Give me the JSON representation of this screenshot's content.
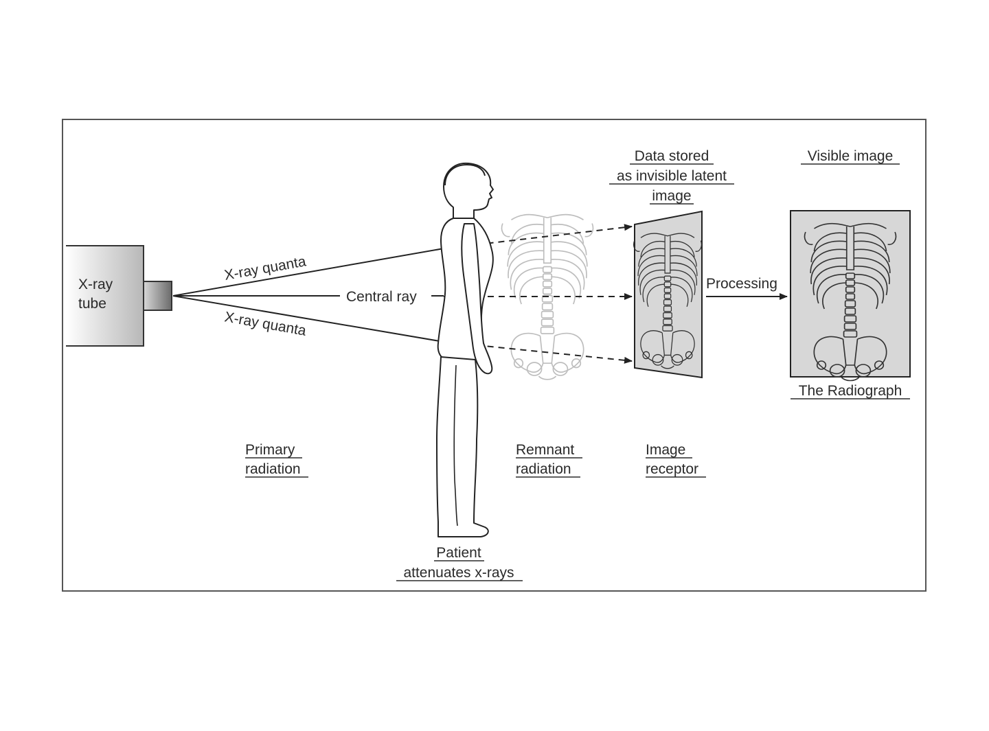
{
  "tube": {
    "line1": "X-ray",
    "line2": "tube"
  },
  "rays": {
    "upper": "X-ray quanta",
    "central": "Central ray",
    "lower": "X-ray quanta"
  },
  "process": "Processing",
  "stored": {
    "line1": "Data stored",
    "line2": "as invisible latent",
    "line3": "image"
  },
  "visible": "Visible image",
  "radiograph": "The Radiograph",
  "primary": {
    "line1": "Primary",
    "line2": "radiation"
  },
  "remnant": {
    "line1": "Remnant",
    "line2": "radiation"
  },
  "receptor": {
    "line1": "Image",
    "line2": "receptor"
  },
  "patient": {
    "line1": "Patient",
    "line2": "attenuates x-rays"
  }
}
